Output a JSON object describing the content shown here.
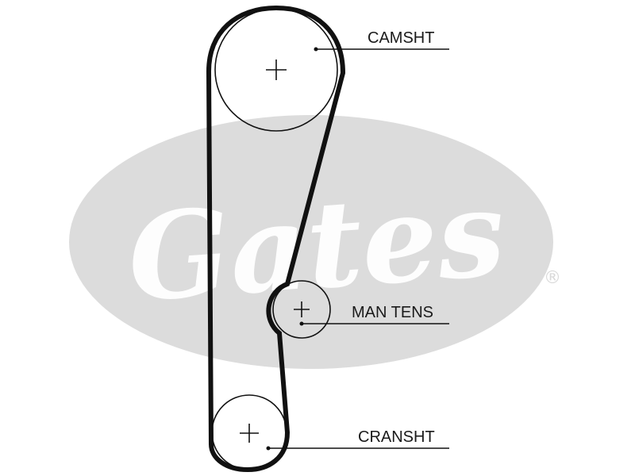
{
  "logo": {
    "text": "Gates",
    "registered_mark": "®",
    "watermark_color": "#dcdcdc"
  },
  "belt_color": "#111111",
  "pulleys": [
    {
      "id": "camshaft",
      "label": "CAMSHT"
    },
    {
      "id": "tensioner",
      "label": "MAN TENS"
    },
    {
      "id": "crankshaft",
      "label": "CRANSHT"
    }
  ]
}
